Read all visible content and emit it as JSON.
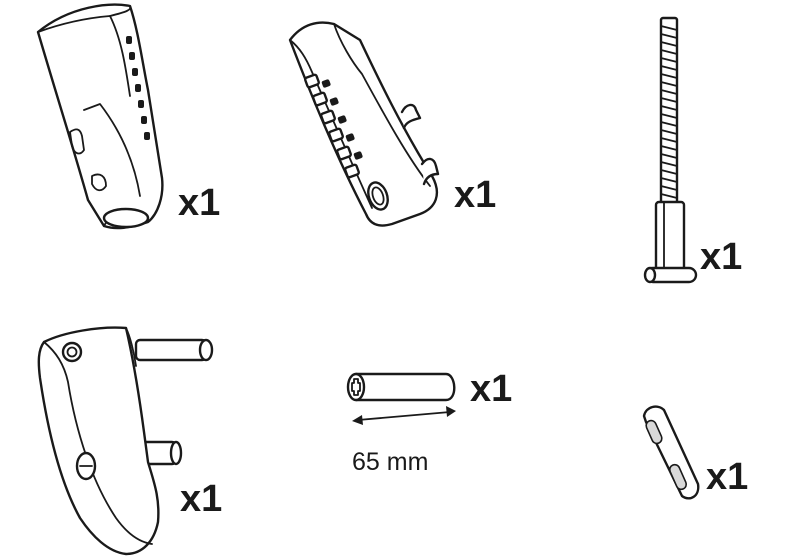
{
  "parts": [
    {
      "id": "bracket-housing",
      "quantity": "x1"
    },
    {
      "id": "clamp-jaw",
      "quantity": "x1"
    },
    {
      "id": "long-bolt",
      "quantity": "x1"
    },
    {
      "id": "lever-arm",
      "quantity": "x1"
    },
    {
      "id": "spacer-tube",
      "quantity": "x1",
      "dimension": "65 mm"
    },
    {
      "id": "pin",
      "quantity": "x1"
    }
  ],
  "colors": {
    "line": "#1a1a1a",
    "background": "#ffffff"
  }
}
